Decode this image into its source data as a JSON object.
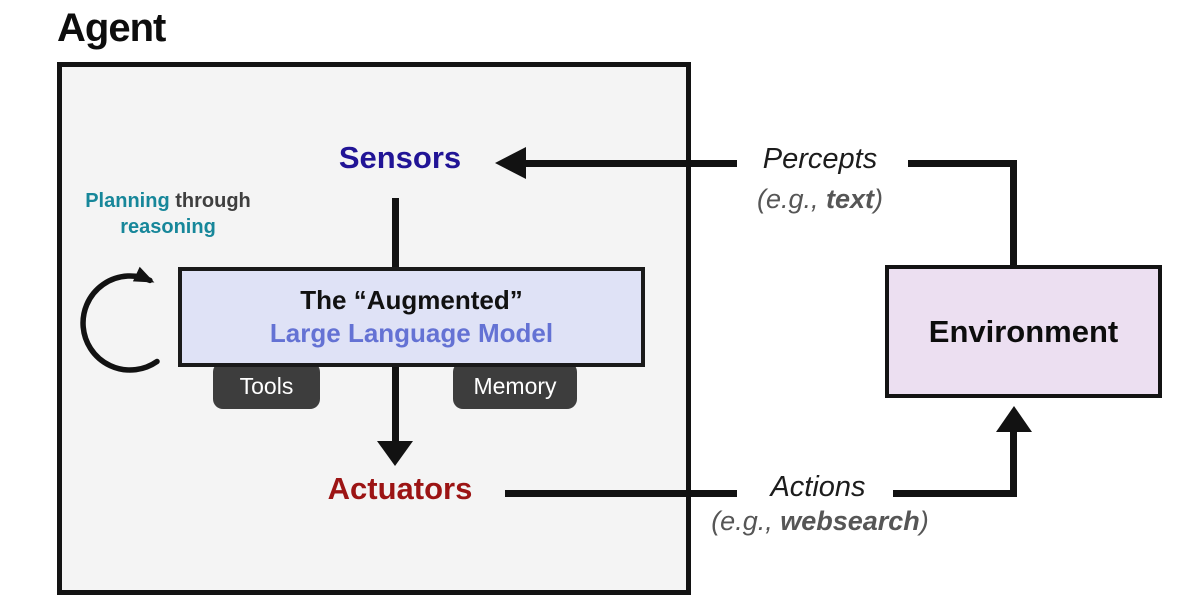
{
  "title": "Agent",
  "colors": {
    "sensors_text": "#211496",
    "actuators_text": "#9c1414",
    "planning_teal": "#17879a",
    "llm_model_text": "#6472d4",
    "llm_box_fill": "#dfe2f6",
    "environment_box_fill": "#ecdff1",
    "agent_box_fill": "#f4f4f4",
    "tab_fill": "#3d3d3d",
    "line_color": "#121212",
    "example_gray": "#565656"
  },
  "agent": {
    "sensors_label": "Sensors",
    "actuators_label": "Actuators",
    "planning": {
      "word1": "Planning",
      "word2": " through",
      "word3": "reasoning"
    },
    "llm_box": {
      "line1": "The “Augmented”",
      "line2": "Large Language Model"
    },
    "tabs": [
      {
        "label": "Tools"
      },
      {
        "label": "Memory"
      }
    ]
  },
  "percepts": {
    "label": "Percepts",
    "example_prefix": "(e.g., ",
    "example_bold": "text",
    "example_suffix": ")"
  },
  "actions": {
    "label": "Actions",
    "example_prefix": "(e.g., ",
    "example_bold": "websearch",
    "example_suffix": ")"
  },
  "environment_label": "Environment"
}
